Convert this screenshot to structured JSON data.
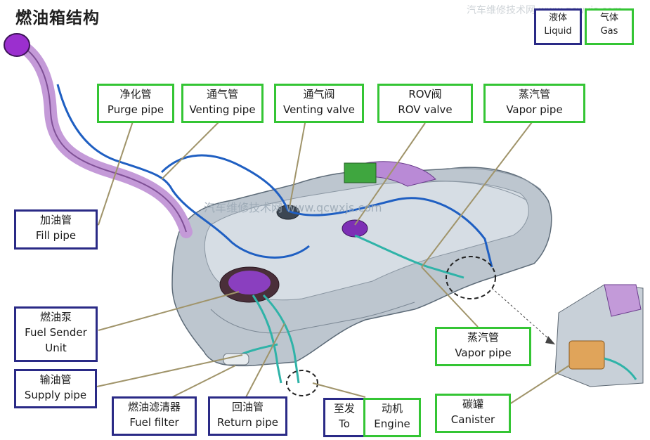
{
  "title": "燃油箱结构",
  "watermark_top": "汽车维修技术网 www.qcwxjs.com",
  "watermark_center": "汽车维修技术网 www.qcwxjs.com",
  "legend": {
    "liquid_cn": "液体",
    "liquid_en": "Liquid",
    "gas_cn": "气体",
    "gas_en": "Gas"
  },
  "labels": {
    "purge_cn": "净化管",
    "purge_en": "Purge pipe",
    "venting_pipe_cn": "通气管",
    "venting_pipe_en": "Venting pipe",
    "venting_valve_cn": "通气阀",
    "venting_valve_en": "Venting valve",
    "rov_cn": "ROV阀",
    "rov_en": "ROV valve",
    "vapor1_cn": "蒸汽管",
    "vapor1_en": "Vapor pipe",
    "fill_cn": "加油管",
    "fill_en": "Fill pipe",
    "pump_cn": "燃油泵",
    "pump_en1": "Fuel Sender",
    "pump_en2": "Unit",
    "supply_cn": "输油管",
    "supply_en": "Supply pipe",
    "filter_cn": "燃油滤清器",
    "filter_en": "Fuel filter",
    "return_cn": "回油管",
    "return_en": "Return pipe",
    "to_cn": "至发",
    "to_en": "To",
    "engine_cn": "动机",
    "engine_en": "Engine",
    "vapor2_cn": "蒸汽管",
    "vapor2_en": "Vapor pipe",
    "canister_cn": "碳罐",
    "canister_en": "Canister"
  }
}
